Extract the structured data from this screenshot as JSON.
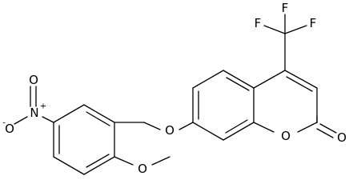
{
  "atoms": {
    "F1": "F",
    "F2": "F",
    "F3": "F",
    "O_ether": "O",
    "O_ring": "O",
    "O_carbonyl": "O",
    "O_methoxy": "O",
    "N_nitro": "N",
    "N_plus": "+",
    "O_nitro_top": "O",
    "O_nitro_minus": "O",
    "minus": "-"
  }
}
